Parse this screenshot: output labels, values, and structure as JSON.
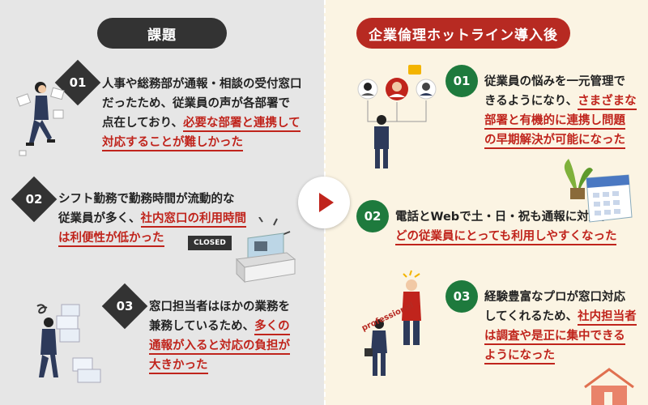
{
  "left": {
    "heading": "課題",
    "items": [
      {
        "num": "01",
        "plain1": "人事や総務部が通報・相談の受付窓口",
        "plain2": "だったため、従業員の声が各部署で",
        "plain3": "点在しており、",
        "red1": "必要な部署と連携して",
        "red2": "対応することが難しかった"
      },
      {
        "num": "02",
        "plain1": "シフト勤務で勤務時間が流動的な",
        "plain2": "従業員が多く、",
        "red1": "社内窓口の利用時間",
        "red2": "は利便性が低かった"
      },
      {
        "num": "03",
        "plain1": "窓口担当者はほかの業務を",
        "plain2": "兼務しているため、",
        "red1": "多くの",
        "red2": "通報が入ると対応の負担が",
        "red3": "大きかった"
      }
    ],
    "closed_sign": "CLOSED"
  },
  "right": {
    "heading": "企業倫理ホットライン導入後",
    "items": [
      {
        "num": "01",
        "plain1": "従業員の悩みを一元管理で",
        "plain2": "きるようになり、",
        "red1": "さまざまな",
        "red2": "部署と有機的に連携し問題",
        "red3": "の早期解決が可能になった"
      },
      {
        "num": "02",
        "plain1": "電話とWebで土・日・祝も通報に対応。",
        "red1": "どの従業員にとっても利用しやすくなった"
      },
      {
        "num": "03",
        "plain1": "経験豊富なプロが窓口対応",
        "plain2": "してくれるため、",
        "red1": "社内担当者",
        "red2": "は調査や是正に集中できる",
        "red3": "ようになった"
      }
    ],
    "pro_label": "professional"
  },
  "colors": {
    "dark": "#333333",
    "accent_red": "#b72a22",
    "green": "#1e7a3d",
    "left_bg": "#e6e6e6",
    "right_bg": "#fbf4e3"
  }
}
